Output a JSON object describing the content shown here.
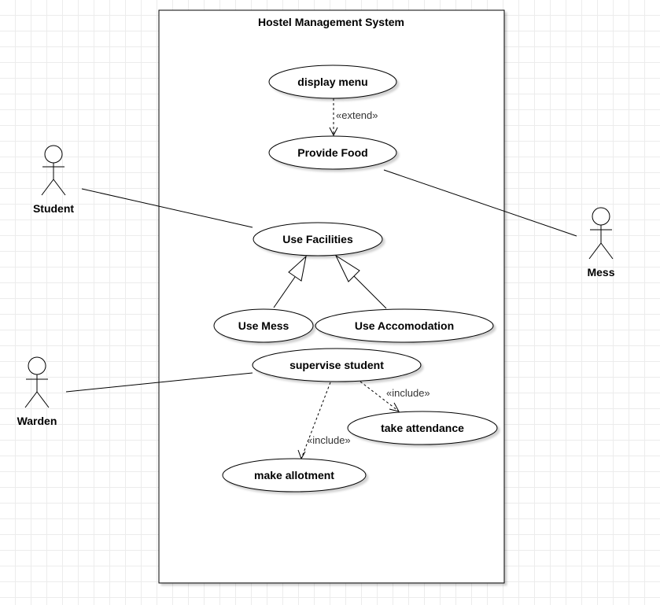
{
  "system_boundary": {
    "title": "Hostel Management System"
  },
  "actors": {
    "student": "Student",
    "warden": "Warden",
    "mess": "Mess"
  },
  "use_cases": {
    "display_menu": "display menu",
    "provide_food": "Provide Food",
    "use_facilities": "Use Facilities",
    "use_mess": "Use Mess",
    "use_accomodation": "Use Accomodation",
    "supervise_student": "supervise student",
    "take_attendance": "take attendance",
    "make_allotment": "make allotment"
  },
  "relationships": {
    "extend_label": "«extend»",
    "include_label_1": "«include»",
    "include_label_2": "«include»"
  }
}
